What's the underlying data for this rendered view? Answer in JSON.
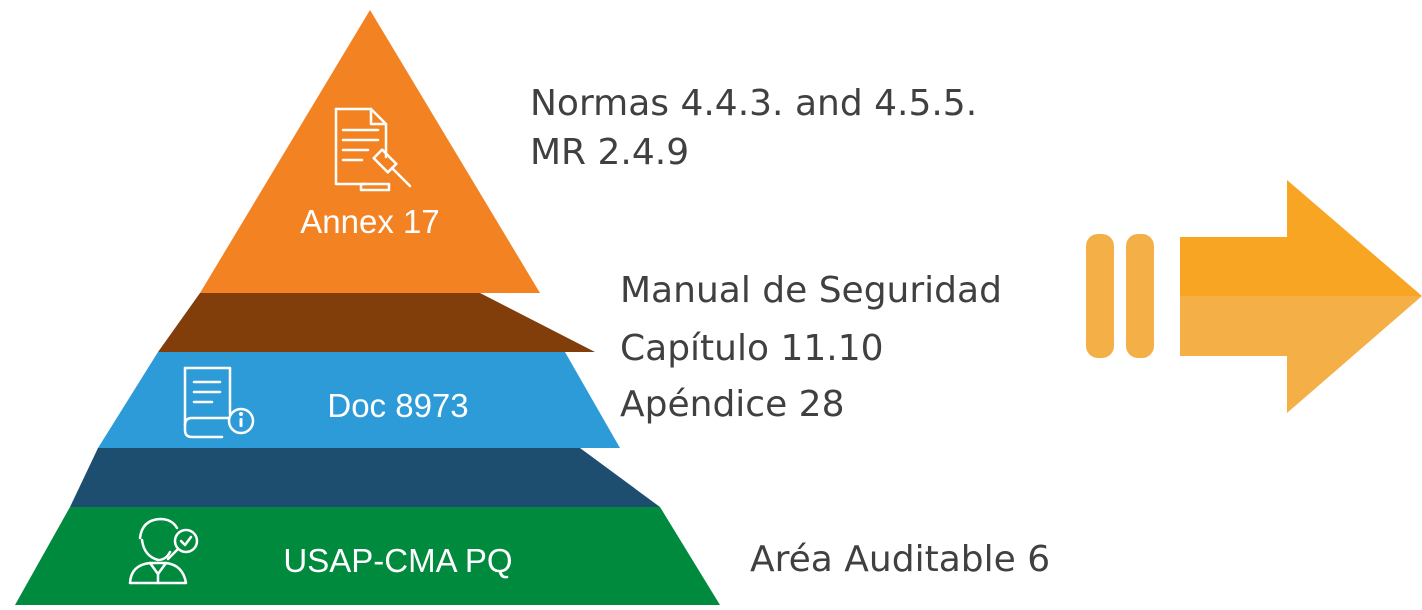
{
  "tiers": {
    "top": {
      "label": "Annex 17",
      "icon": "legal-document-gavel-icon",
      "color": "#f28222"
    },
    "middle": {
      "label": "Doc 8973",
      "icon": "info-book-icon",
      "color": "#2e9bd9"
    },
    "bottom": {
      "label": "USAP-CMA PQ",
      "icon": "auditor-magnifier-icon",
      "color": "#008a3e"
    }
  },
  "connectors": {
    "upper_color": "#823e0a",
    "lower_color": "#1d4e70"
  },
  "notes": {
    "top": [
      "Normas 4.4.3. and 4.5.5.",
      "MR 2.4.9"
    ],
    "middle": [
      "Manual de Seguridad",
      "Capítulo 11.10",
      "Apéndice 28"
    ],
    "bottom": [
      "Aréa Auditable 6"
    ]
  },
  "arrow": {
    "icon": "right-arrow-icon",
    "color_top": "#f8a524",
    "color_bottom": "#f4b046"
  }
}
